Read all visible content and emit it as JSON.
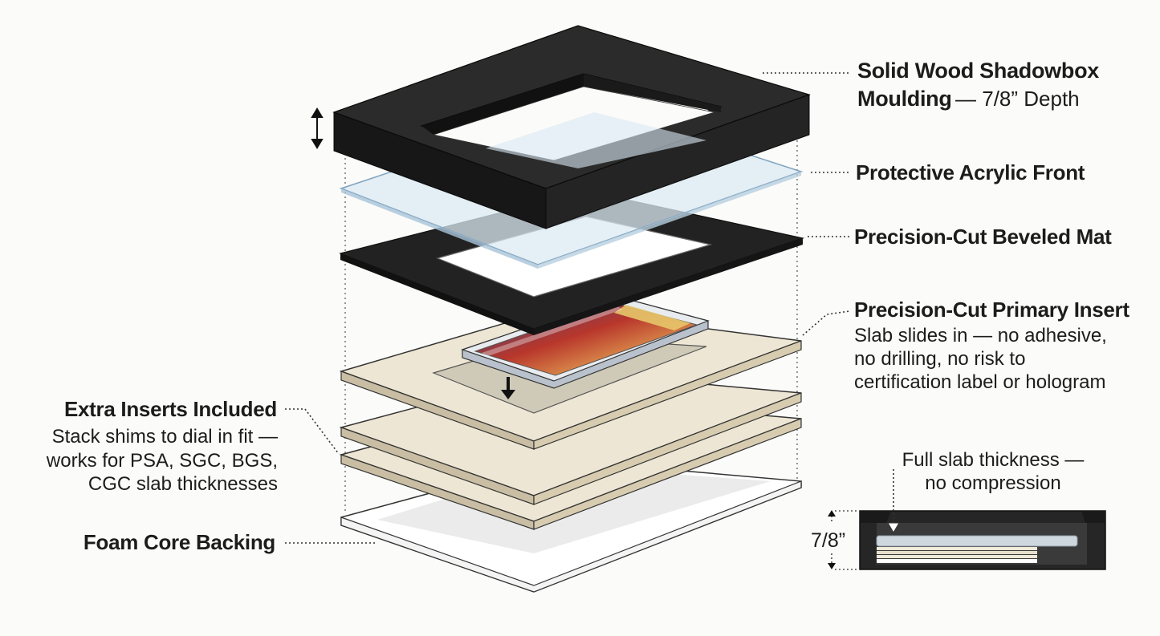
{
  "labels": {
    "moulding_title": "Solid Wood Shadowbox",
    "moulding_title2": "Moulding",
    "moulding_depth": "— 7/8” Depth",
    "acrylic": "Protective Acrylic Front",
    "mat": "Precision-Cut Beveled Mat",
    "primary_insert_title": "Precision-Cut Primary Insert",
    "primary_insert_desc": [
      "Slab slides in — no adhesive,",
      "no drilling, no risk to",
      "certification label or hologram"
    ],
    "extra_inserts_title": "Extra Inserts Included",
    "extra_inserts_desc": [
      "Stack shims to dial in fit —",
      "works for PSA, SGC, BGS,",
      "CGC slab thicknesses"
    ],
    "foam_core": "Foam Core Backing"
  },
  "cross_section": {
    "caption": [
      "Full slab thickness —",
      "no compression"
    ],
    "depth_label": "7/8”"
  },
  "colors": {
    "frame": "#1d1d1d",
    "mat": "#222222",
    "insert": "#ede6d4",
    "insert_edge": "#c9bea3",
    "acrylic": "#dbe9f3",
    "foam": "#ffffff",
    "leader": "#333333"
  }
}
